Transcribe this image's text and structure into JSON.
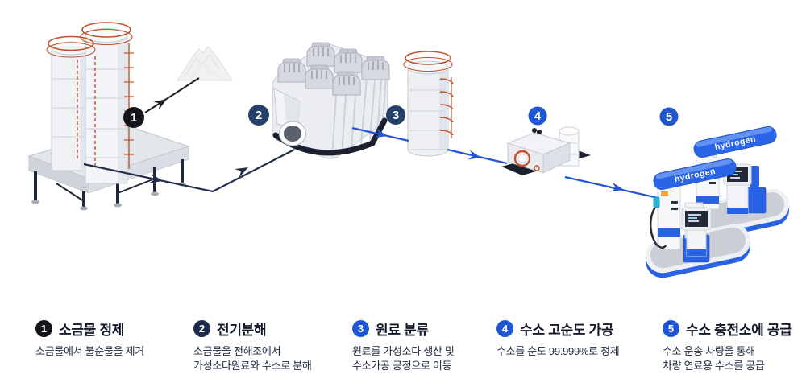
{
  "legend": {
    "steps": [
      {
        "num": "1",
        "title": "소금물 정제",
        "desc1": "소금물에서 불순물을 제거",
        "desc2": "",
        "badge_color": "#131519"
      },
      {
        "num": "2",
        "title": "전기분해",
        "desc1": "소금물을 전해조에서",
        "desc2": "가성소다원료와 수소로 분해",
        "badge_color": "#1d2c4e"
      },
      {
        "num": "3",
        "title": "원료 분류",
        "desc1": "원료를 가성소다 생산 및",
        "desc2": "수소가공 공정으로 이동",
        "badge_color": "#1e56d6"
      },
      {
        "num": "4",
        "title": "수소 고순도 가공",
        "desc1": "수소를 순도 99.999%로 정제",
        "desc2": "",
        "badge_color": "#1e56d6"
      },
      {
        "num": "5",
        "title": "수소 충전소에 공급",
        "desc1": "수소 운송 차량을 통해",
        "desc2": "차량 연료용 수소를 공급",
        "badge_color": "#1e56d6"
      }
    ]
  },
  "diagram": {
    "markers": [
      {
        "num": "1",
        "color": "#131519"
      },
      {
        "num": "2",
        "color": "#24406b"
      },
      {
        "num": "3",
        "color": "#24406b"
      },
      {
        "num": "4",
        "color": "#1e56d6"
      },
      {
        "num": "5",
        "color": "#1e56d6"
      }
    ],
    "station_label": "hydrogen",
    "flow_colors": {
      "salt": "#1c1f26",
      "brine": "#232e4d",
      "hydrogen": "#2456cd"
    },
    "accent_colors": {
      "ladder_orange": "#c44f28",
      "station_blue": "#2a65e8"
    }
  }
}
